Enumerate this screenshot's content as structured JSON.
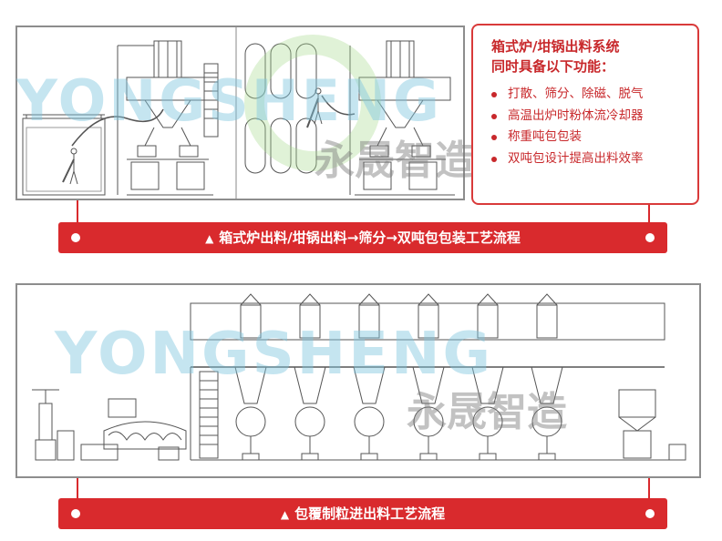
{
  "watermark": {
    "text": "YONGSHENG",
    "chinese": "永晟智造"
  },
  "info_box": {
    "title_line1": "箱式炉/坩锅出料系统",
    "title_line2": "同时具备以下功能：",
    "features": [
      "打散、筛分、除磁、脱气",
      "高温出炉时粉体流冷却器",
      "称重吨包包装",
      "双吨包设计提高出料效率"
    ]
  },
  "banners": {
    "top": "箱式炉出料/坩锅出料→筛分→双吨包包装工艺流程",
    "bottom": "包覆制粒进出料工艺流程"
  },
  "colors": {
    "accent_red": "#d92a2d",
    "watermark_blue": "#7fc6e0",
    "watermark_green": "#a6d98c",
    "line_gray": "#555555"
  }
}
